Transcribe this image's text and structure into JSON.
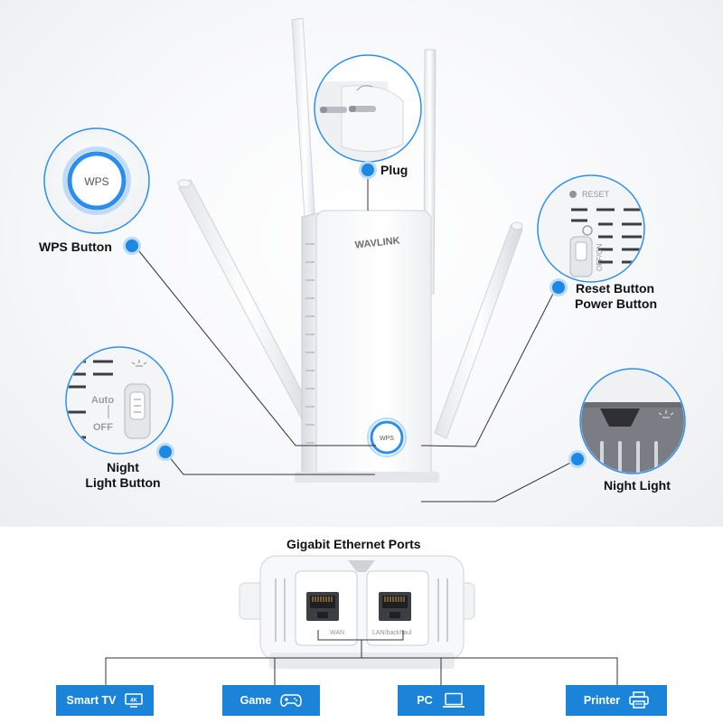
{
  "brand": {
    "logo_text": "WAVLINK",
    "accent": "#1e88e5",
    "button_color": "#1b84d8"
  },
  "callouts": {
    "wps": {
      "title": "WPS Button",
      "zoom_text": "WPS"
    },
    "plug": {
      "title": "Plug"
    },
    "reset_power": {
      "line1": "Reset Button",
      "line2": "Power Button",
      "zoom_reset": "RESET",
      "zoom_power": "OFF/ON"
    },
    "night_light_button": {
      "line1": "Night",
      "line2": "Light Button",
      "zoom_auto": "Auto",
      "zoom_off": "OFF"
    },
    "night_light": {
      "title": "Night Light"
    }
  },
  "device": {
    "front_button": "WPS"
  },
  "ethernet": {
    "title": "Gigabit Ethernet Ports",
    "port_wan": "WAN",
    "port_lan": "LAN/backhaul"
  },
  "devices": [
    {
      "label": "Smart TV",
      "icon": "tv-icon",
      "icon_text": "4K"
    },
    {
      "label": "Game",
      "icon": "gamepad-icon"
    },
    {
      "label": "PC",
      "icon": "laptop-icon"
    },
    {
      "label": "Printer",
      "icon": "printer-icon"
    }
  ]
}
